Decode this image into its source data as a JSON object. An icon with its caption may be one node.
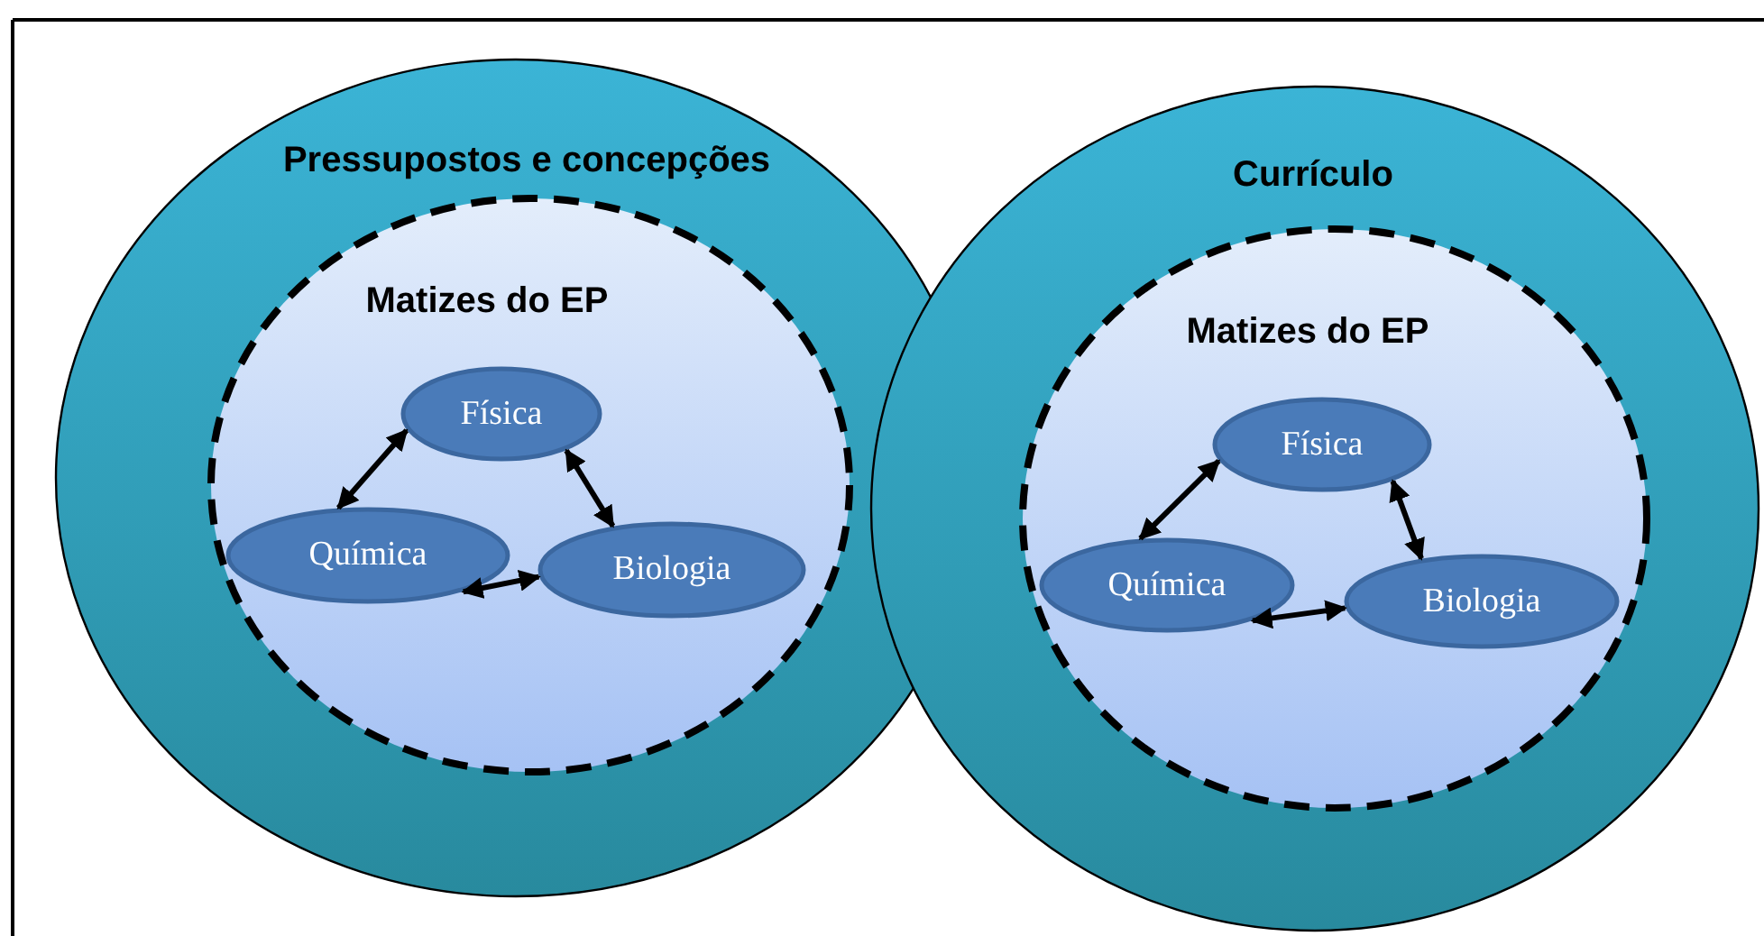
{
  "diagram": {
    "nodes": [
      {
        "text": [
          "Pressupostos e concepções"
        ]
      },
      {
        "text": [
          "Matizes do EP"
        ],
        "in": 0
      },
      {
        "text": [
          "Física"
        ],
        "in": 1
      },
      {
        "text": [
          "Química"
        ],
        "in": 1
      },
      {
        "text": [
          "Biologia"
        ],
        "in": 1
      },
      {
        "text": [
          "Currículo"
        ]
      },
      {
        "text": [
          "Matizes do EP"
        ],
        "in": 5
      },
      {
        "text": [
          "Física"
        ],
        "in": 6
      },
      {
        "text": [
          "Química"
        ],
        "in": 6
      },
      {
        "text": [
          "Biologia"
        ],
        "in": 6
      }
    ],
    "edges": [
      {
        "from": 2,
        "to": 3,
        "arrow": "both"
      },
      {
        "from": 2,
        "to": 4,
        "arrow": "both"
      },
      {
        "from": 3,
        "to": 4,
        "arrow": "both"
      },
      {
        "from": 7,
        "to": 8,
        "arrow": "both"
      },
      {
        "from": 7,
        "to": 9,
        "arrow": "both"
      },
      {
        "from": 8,
        "to": 9,
        "arrow": "both"
      }
    ]
  }
}
